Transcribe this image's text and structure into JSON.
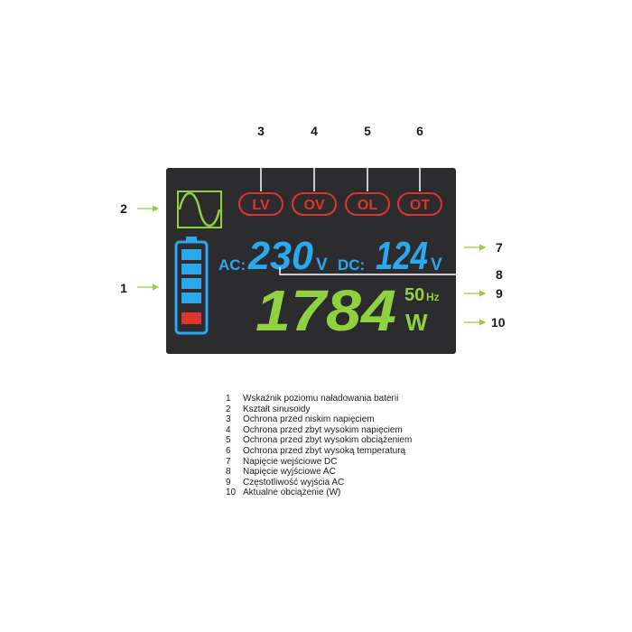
{
  "colors": {
    "panel": "#2c2c2e",
    "blue": "#2aa8f0",
    "green": "#8fd13f",
    "red": "#e0342b",
    "arrow": "#8fd13f",
    "text": "#1a1a1a"
  },
  "indicators": [
    {
      "code": "LV",
      "callout": "3"
    },
    {
      "code": "OV",
      "callout": "4"
    },
    {
      "code": "OL",
      "callout": "5"
    },
    {
      "code": "OT",
      "callout": "6"
    }
  ],
  "display": {
    "ac_label": "AC:",
    "ac_value": "230",
    "ac_unit": "V",
    "dc_label": "DC:",
    "dc_value": "124",
    "dc_unit": "V",
    "load_value": "1784",
    "load_unit": "W",
    "freq_value": "50",
    "freq_unit": "Hz"
  },
  "battery_level": 0.2,
  "left_callouts": {
    "battery": "1",
    "waveform": "2"
  },
  "right_callouts": {
    "dc_input": "7",
    "ac_output": "8",
    "frequency": "9",
    "load": "10"
  },
  "legend": [
    {
      "num": "1",
      "text": "Wskaźnik poziomu naładowania baterii"
    },
    {
      "num": "2",
      "text": "Kształt sinusoidy"
    },
    {
      "num": "3",
      "text": "Ochrona przed niskim napięciem"
    },
    {
      "num": "4",
      "text": "Ochrona przed zbyt wysokim napięciem"
    },
    {
      "num": "5",
      "text": "Ochrona przed zbyt wysokim obciążeniem"
    },
    {
      "num": "6",
      "text": "Ochrona przed zbyt wysoką temperaturą"
    },
    {
      "num": "7",
      "text": "Napięcie wejściowe DC"
    },
    {
      "num": "8",
      "text": "Napięcie wyjściowe AC"
    },
    {
      "num": "9",
      "text": "Częstotliwość wyjścia AC"
    },
    {
      "num": "10",
      "text": "Aktualne obciążenie (W)"
    }
  ]
}
